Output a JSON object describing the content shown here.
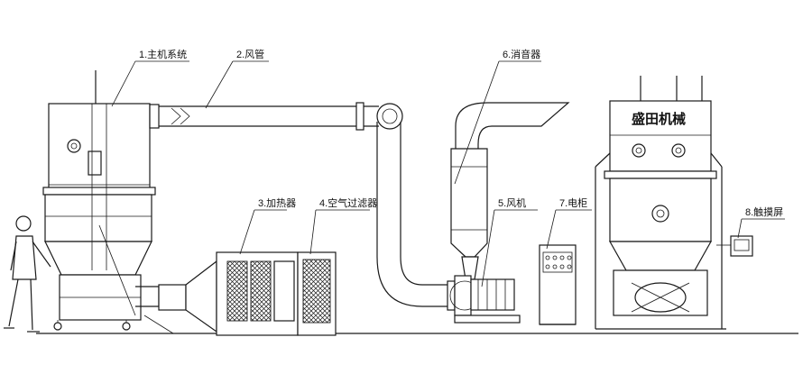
{
  "labels": {
    "main_system": "1.主机系统",
    "air_duct": "2.风管",
    "heater": "3.加热器",
    "air_filter": "4.空气过滤器",
    "fan": "5.风机",
    "silencer": "6.消音器",
    "control_cabinet": "7.电柜",
    "touch_screen": "8.触摸屏"
  },
  "brand_text": "盛田机械",
  "colors": {
    "line": "#1a1a1a",
    "background": "#ffffff"
  }
}
